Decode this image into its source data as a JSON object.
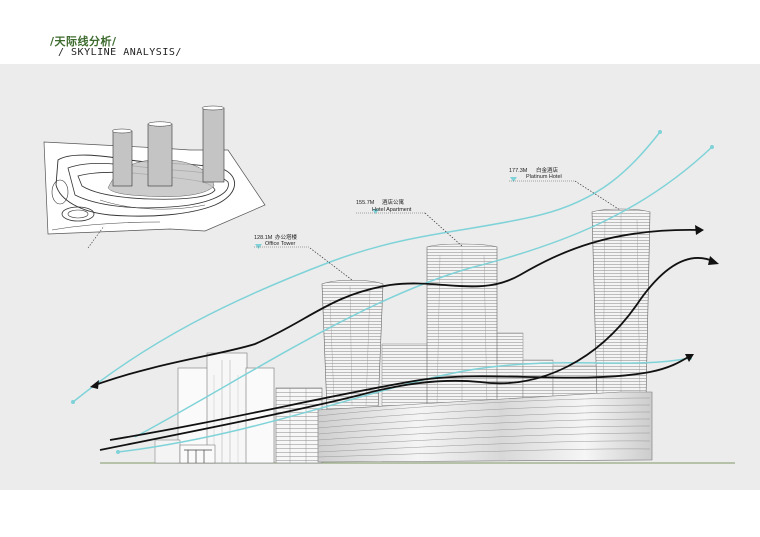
{
  "header": {
    "title_cn": "/天际线分析/",
    "title_en": "/ SKYLINE ANALYSIS/"
  },
  "labels": [
    {
      "value": "128.1M",
      "cn": "办公塔楼",
      "en": "Office Tower"
    },
    {
      "value": "155.7M",
      "cn": "酒店公寓",
      "en": "Hotel Apartment"
    },
    {
      "value": "177.3M",
      "cn": "白金酒店",
      "en": "Platinum Hotel"
    }
  ],
  "colors": {
    "title_green": "#3d6b2e",
    "cyan_line": "#7fd3d8",
    "black_line": "#111111",
    "panel_bg": "#ececec",
    "ground_line": "#5b7a3a"
  }
}
